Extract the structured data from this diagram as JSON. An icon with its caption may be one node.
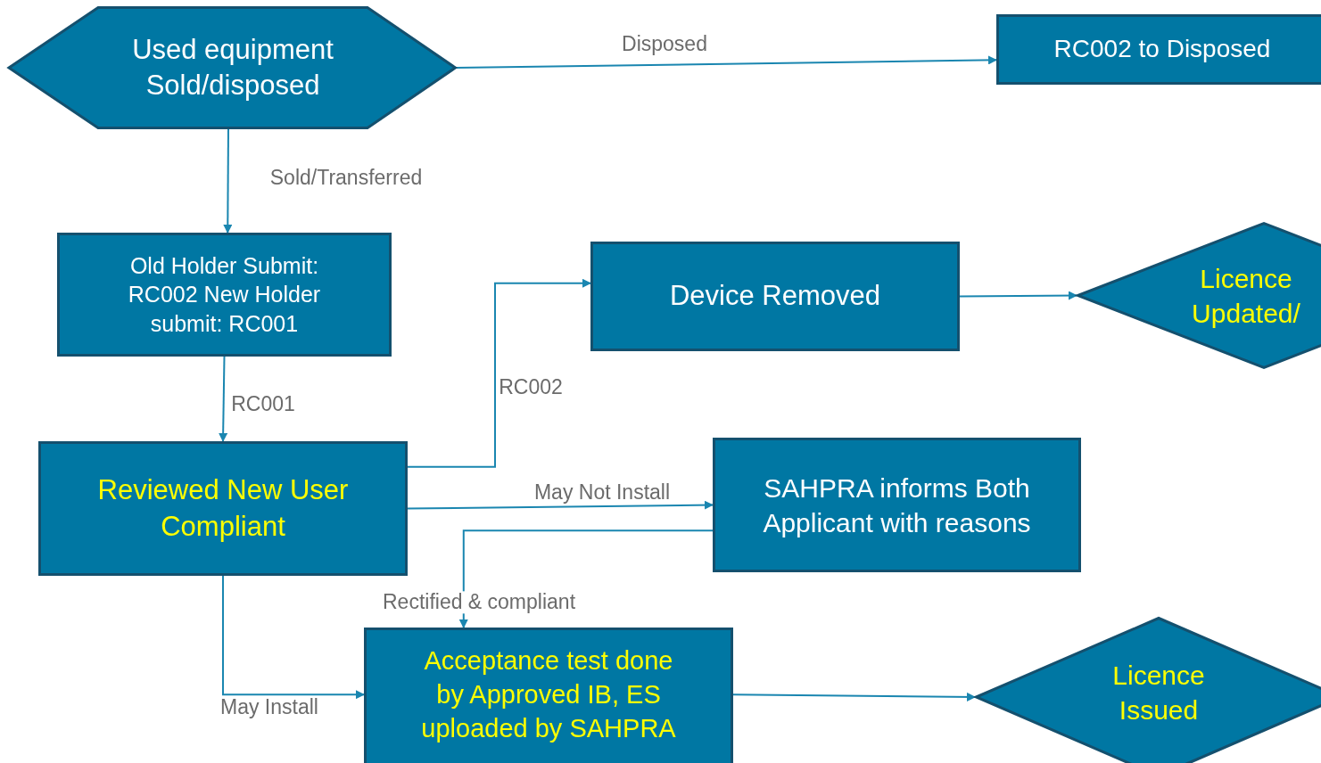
{
  "diagram": {
    "nodes": [
      {
        "text": [
          "Used equipment Sold/disposed"
        ]
      },
      {
        "text": [
          "RC002 to Disposed"
        ]
      },
      {
        "text": [
          "Old Holder Submit: RC002 New Holder submit: RC001"
        ]
      },
      {
        "text": [
          "Device Removed"
        ]
      },
      {
        "text": [
          "Licence Updated/"
        ]
      },
      {
        "text": [
          "Reviewed New User Compliant"
        ]
      },
      {
        "text": [
          "SAHPRA informs Both Applicant with reasons"
        ]
      },
      {
        "text": [
          "Acceptance test done by Approved IB, ES uploaded by SAHPRA"
        ]
      },
      {
        "text": [
          "Licence Issued"
        ]
      }
    ],
    "edges": [
      {
        "from": 0,
        "to": 1,
        "arrow": "to",
        "label": "Disposed"
      },
      {
        "from": 0,
        "to": 2,
        "arrow": "to",
        "label": "Sold/Transferred"
      },
      {
        "from": 2,
        "to": 5,
        "arrow": "to",
        "label": "RC001"
      },
      {
        "from": 5,
        "to": 3,
        "arrow": "to",
        "label": "RC002"
      },
      {
        "from": 3,
        "to": 4,
        "arrow": "to"
      },
      {
        "from": 5,
        "to": 6,
        "arrow": "to",
        "label": "May Not Install"
      },
      {
        "from": 6,
        "to": 7,
        "arrow": "to",
        "label": "Rectified & compliant"
      },
      {
        "from": 5,
        "to": 7,
        "arrow": "to",
        "label": "May Install"
      },
      {
        "from": 7,
        "to": 8,
        "arrow": "to"
      }
    ]
  }
}
